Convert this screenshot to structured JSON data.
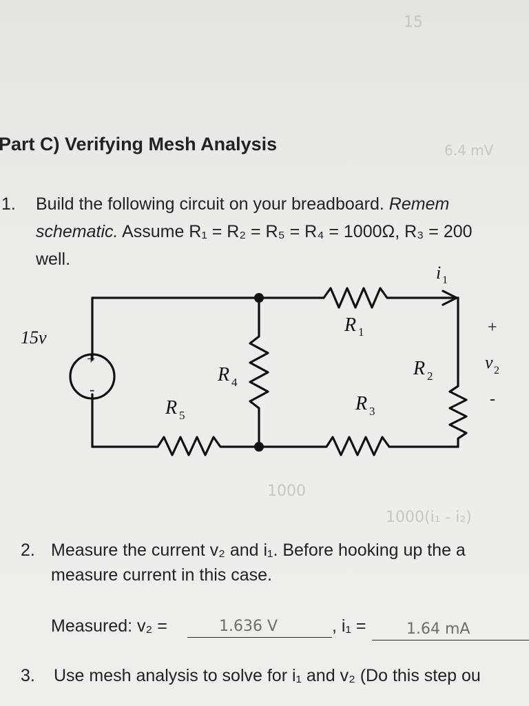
{
  "heading": "Part C) Verifying Mesh Analysis",
  "q1": {
    "number": "1.",
    "line1_plain": "Build the following circuit on your breadboard. ",
    "line1_italic": "Remem",
    "line2_italic": "schematic.",
    "line2_plain": " Assume R₁ = R₂ = R₅ = R₄ = 1000Ω,  R₃ = 200",
    "line3": "well."
  },
  "circuit": {
    "source_label": "15v",
    "r1": "R",
    "r1_sub": "1",
    "r2": "R",
    "r2_sub": "2",
    "r3": "R",
    "r3_sub": "3",
    "r4": "R",
    "r4_sub": "4",
    "r5": "R",
    "r5_sub": "5",
    "current_label": "i",
    "current_sub": "1",
    "voltage_label": "v",
    "voltage_sub": "2",
    "plus_sign": "+",
    "minus_sign": "-",
    "source_plus": "+",
    "source_minus": "-"
  },
  "q2": {
    "number": "2.",
    "line1": "Measure the current v₂ and i₁. Before hooking up the a",
    "line2": "measure current in this case.",
    "measured_label": "Measured: v₂ =",
    "v2_value": "1.636 V",
    "i1_label": ", i₁ =",
    "i1_value": "1.64 mA"
  },
  "q3": {
    "number": "3.",
    "line1": "Use mesh analysis to solve for i₁ and v₂ (Do this step ou"
  },
  "bleed_text": {
    "top_a": "15",
    "top_b": "6.4 mV",
    "mid_a": "1000",
    "mid_b": "1000(i₁ - i₂)"
  },
  "colors": {
    "paper": "#eceae6",
    "ink": "#1f1f1f",
    "pencil": "#6b6f6a"
  }
}
